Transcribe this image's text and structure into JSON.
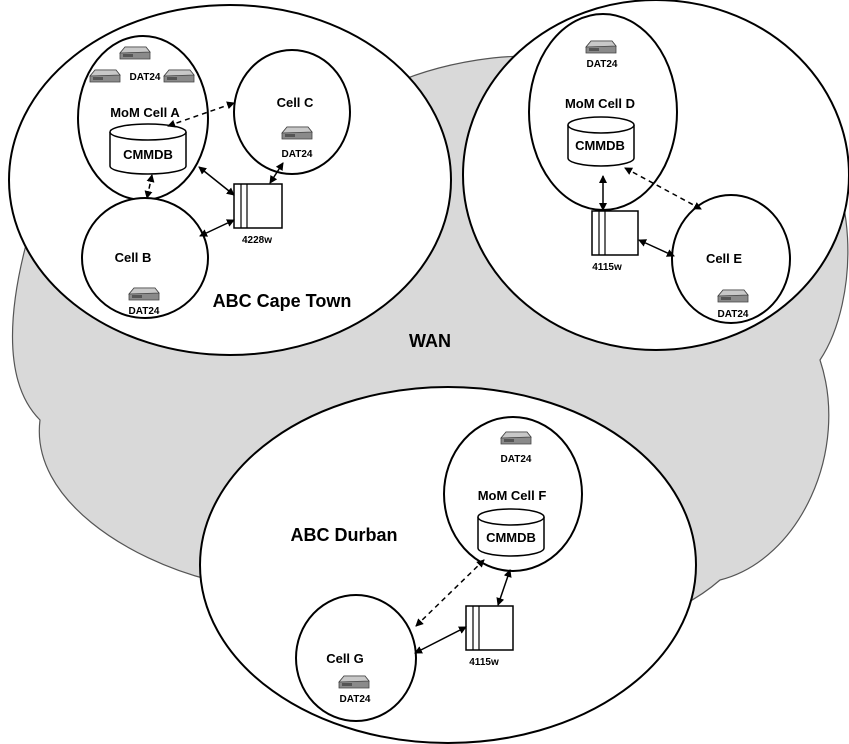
{
  "wan": {
    "label": "WAN",
    "fill": "#d9d9d9"
  },
  "sites": {
    "cape_town": {
      "label": "ABC Cape Town"
    },
    "durban": {
      "label": "ABC Durban"
    }
  },
  "cells": {
    "a": {
      "label": "MoM Cell A",
      "db": "CMMDB",
      "drives": [
        "DAT24",
        "DAT24",
        "DAT24"
      ]
    },
    "b": {
      "label": "Cell B",
      "drive": "DAT24"
    },
    "c": {
      "label": "Cell C",
      "drive": "DAT24"
    },
    "d": {
      "label": "MoM Cell D",
      "db": "CMMDB",
      "drive": "DAT24"
    },
    "e": {
      "label": "Cell E",
      "drive": "DAT24"
    },
    "f": {
      "label": "MoM Cell F",
      "db": "CMMDB",
      "drive": "DAT24"
    },
    "g": {
      "label": "Cell G",
      "drive": "DAT24"
    }
  },
  "libraries": {
    "cape_town": {
      "label": "4228w"
    },
    "east": {
      "label": "4115w"
    },
    "durban": {
      "label": "4115w"
    }
  }
}
